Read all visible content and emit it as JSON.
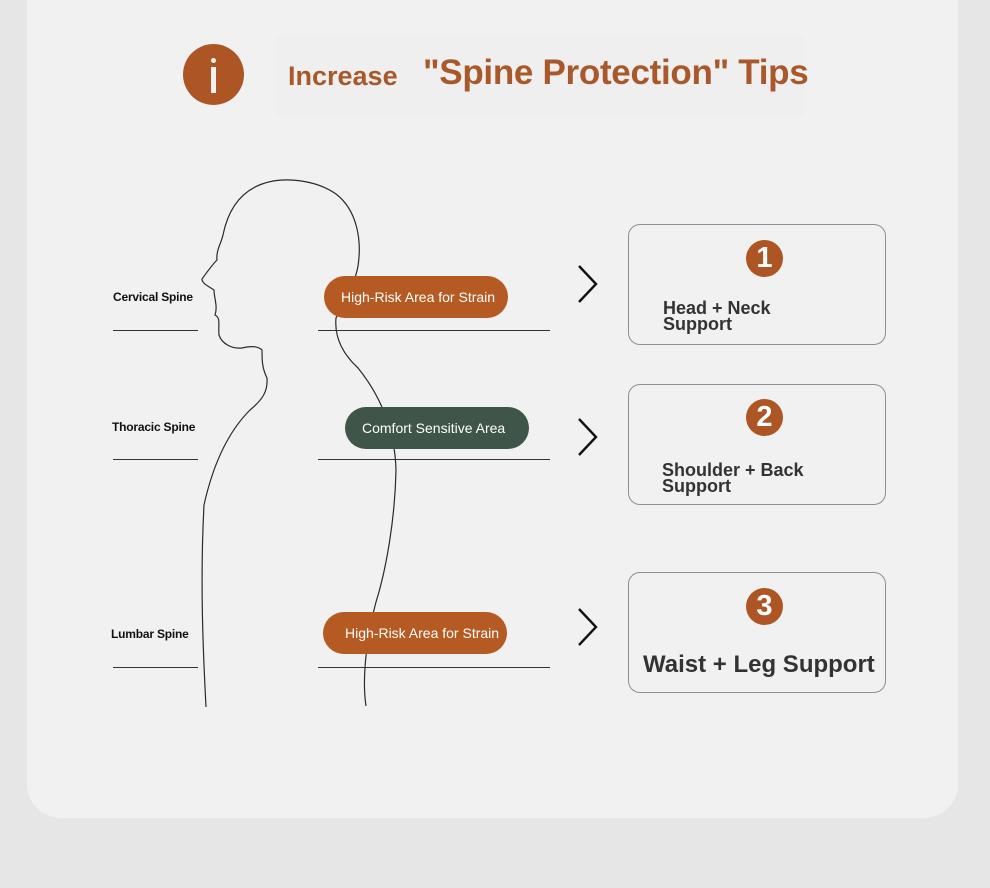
{
  "header": {
    "icon": "info-icon",
    "title_small": "Increase",
    "title_big": "\"Spine Protection\" Tips"
  },
  "spine_sections": [
    {
      "label": "Cervical Spine",
      "tag": "High-Risk Area for Strain",
      "tag_color": "#b65a23"
    },
    {
      "label": "Thoracic Spine",
      "tag": "Comfort Sensitive Area",
      "tag_color": "#3f5549"
    },
    {
      "label": "Lumbar Spine",
      "tag": "High-Risk Area for Strain",
      "tag_color": "#b65a23"
    }
  ],
  "tips": [
    {
      "number": "1",
      "text": "Head + Neck Support"
    },
    {
      "number": "2",
      "text": "Shoulder + Back Support"
    },
    {
      "number": "3",
      "text": "Waist + Leg Support"
    }
  ],
  "colors": {
    "accent": "#ad5524",
    "green": "#3f5549",
    "background": "#f1f1f1"
  }
}
